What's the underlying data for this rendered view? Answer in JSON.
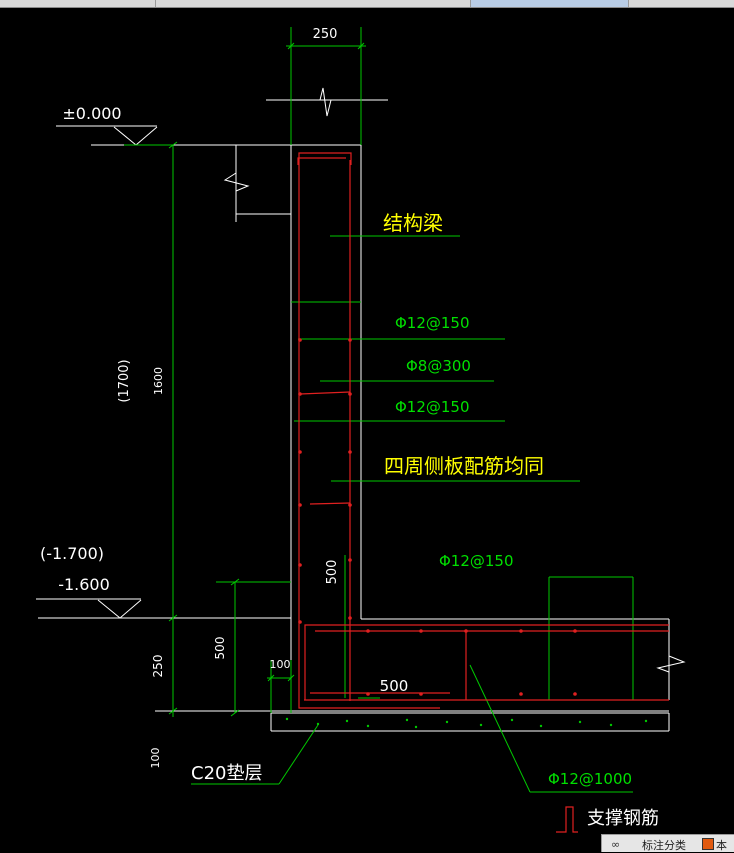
{
  "drawing": {
    "dims": {
      "top_width": "250",
      "total_height": "(1700)",
      "wall_height": "1600",
      "base_height": "250",
      "pad_height": "100",
      "haunch_height": "500",
      "pad_offset": "100",
      "toe_length": "500",
      "haunch_vertical": "500"
    },
    "levels": {
      "ground": "±0.000",
      "bottom_alt": "(-1.700)",
      "bottom": "-1.600"
    },
    "labels": {
      "structural_beam": "结构梁",
      "rebar_1": "Φ12@150",
      "rebar_2": "Φ8@300",
      "rebar_3": "Φ12@150",
      "side_note": "四周侧板配筋均同",
      "rebar_4": "Φ12@150",
      "rebar_5": "Φ12@1000",
      "support_rebar": "支撑钢筋",
      "cushion": "C20垫层"
    },
    "colors": {
      "line": "#ffffff",
      "dimension": "#00c800",
      "rebar": "#e02020",
      "text_yellow": "#ffff00",
      "text_green": "#00e000",
      "text_white": "#ffffff"
    }
  },
  "statusbar": {
    "icon": "link-icon",
    "label": "标注分类",
    "label2": "本"
  }
}
